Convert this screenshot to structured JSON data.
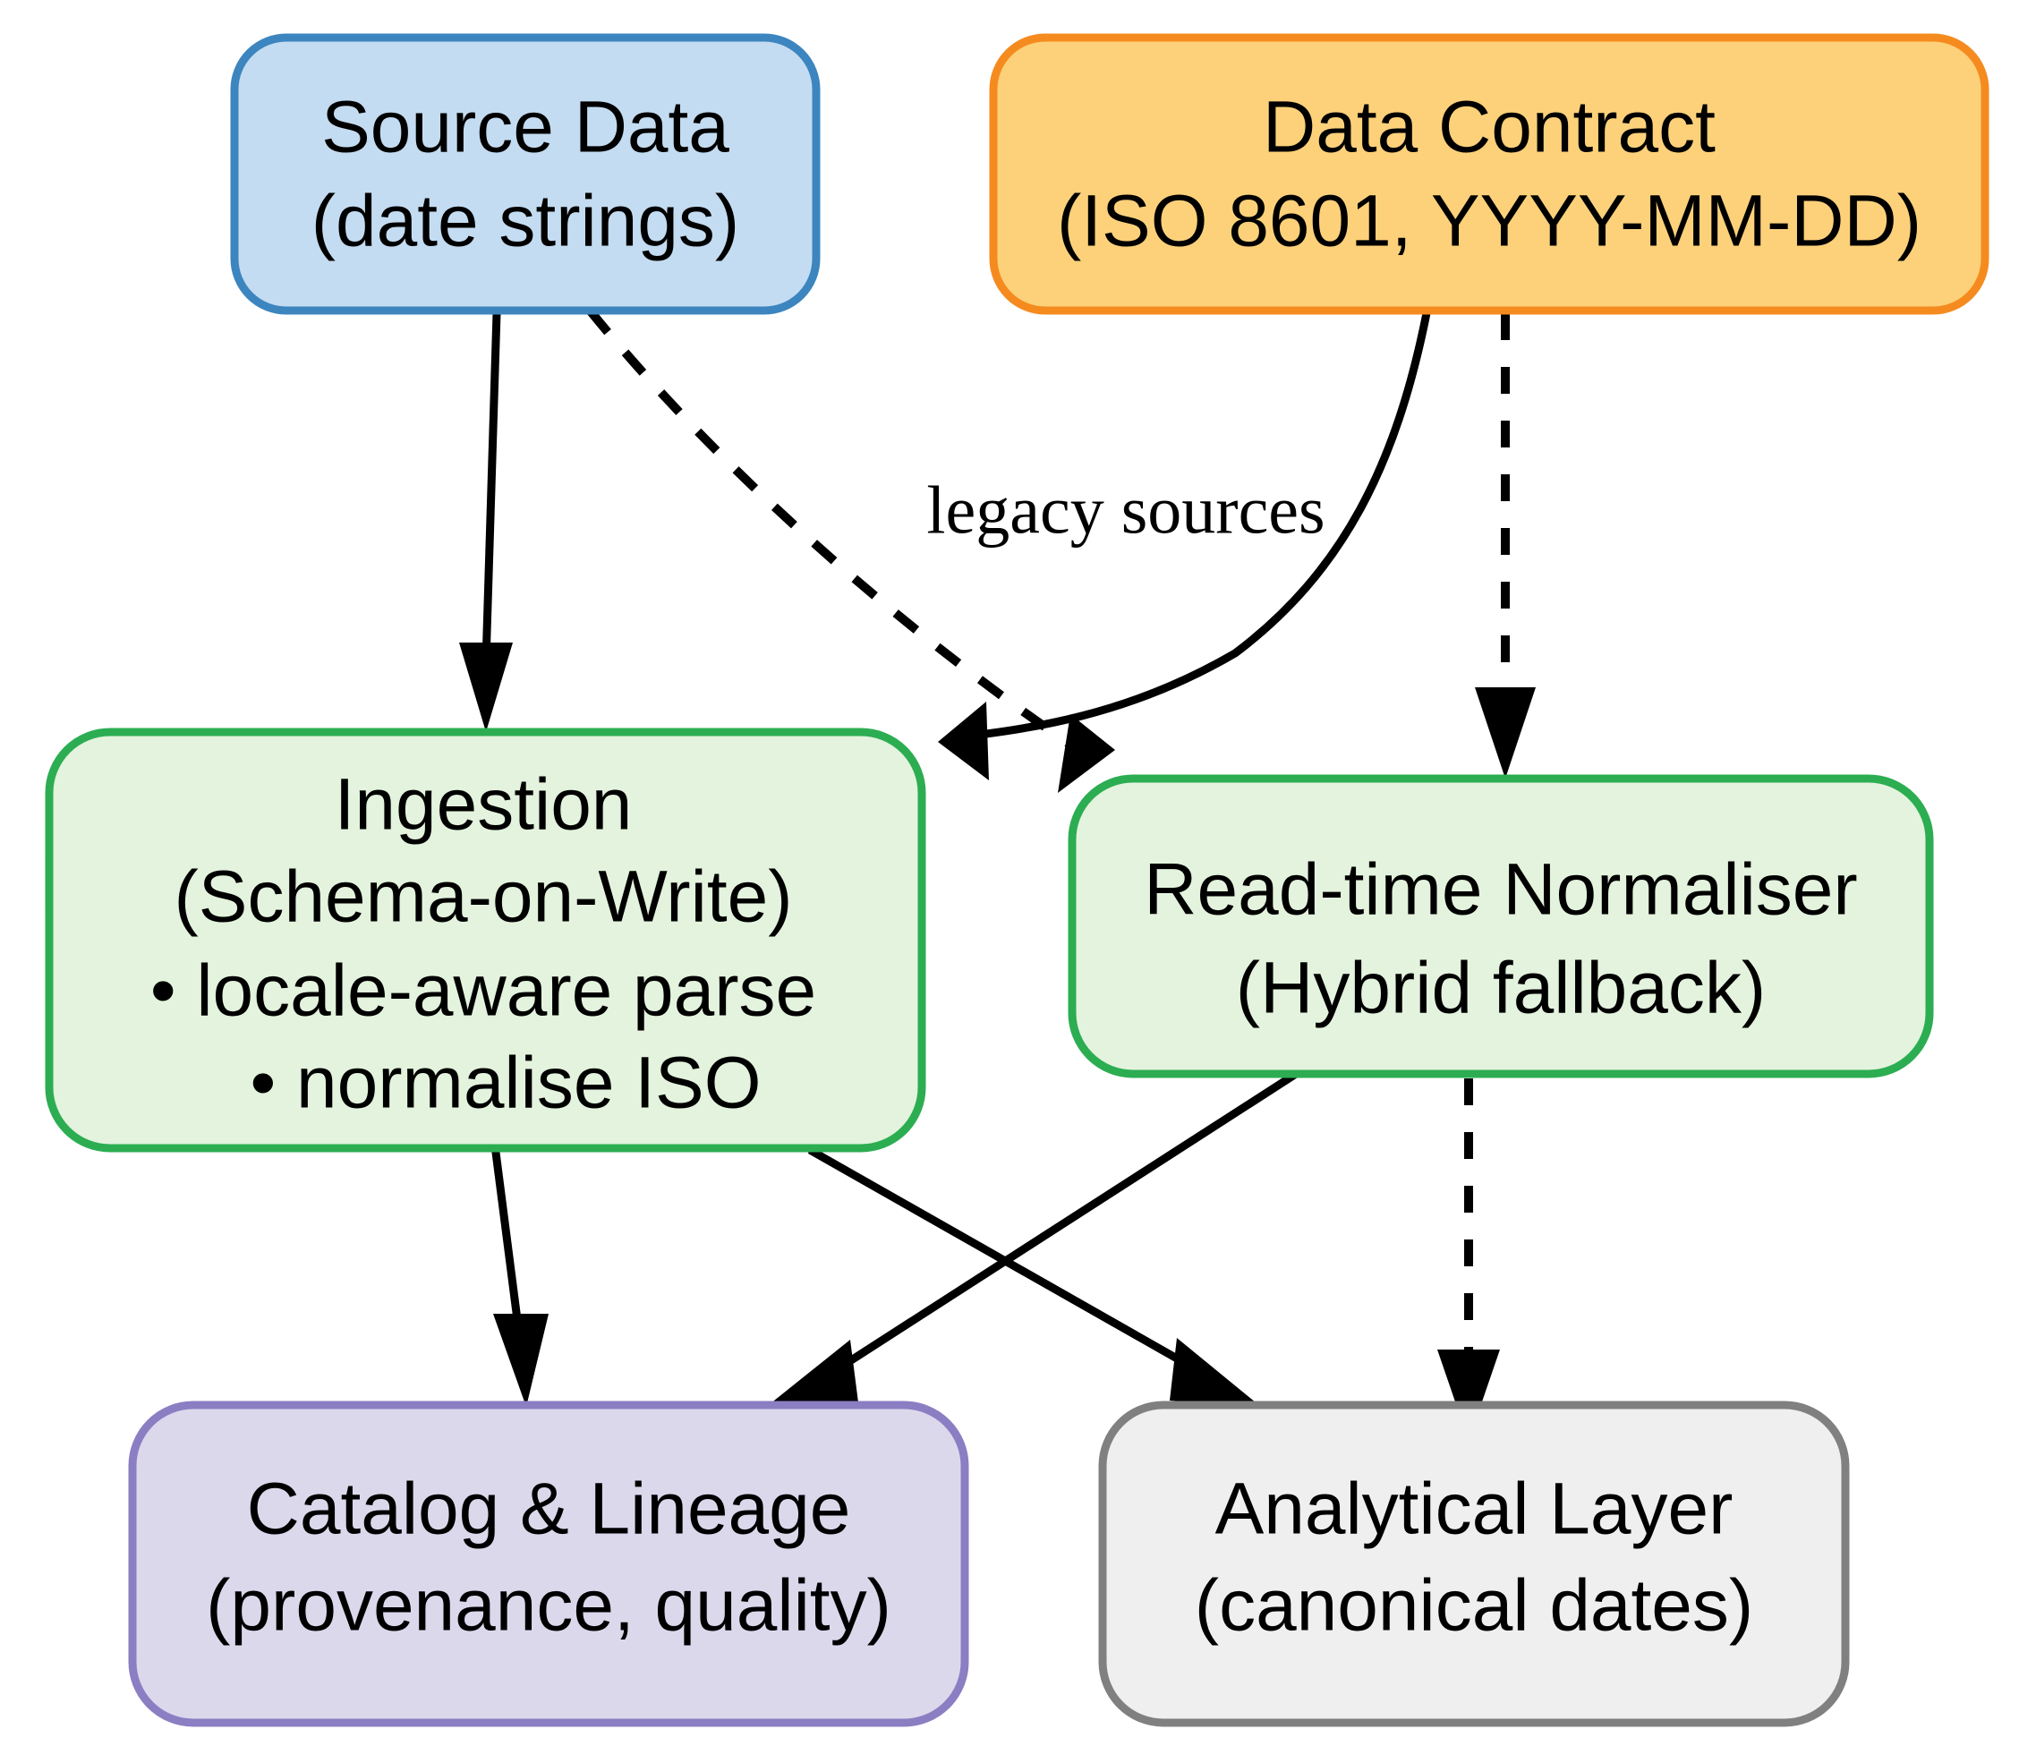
{
  "diagram": {
    "title": "Date normalisation data flow",
    "background": "#ffffff",
    "nodes": [
      {
        "id": "source-data",
        "lines": [
          "Source Data",
          "(date strings)"
        ],
        "fill": "#C4DCF1",
        "stroke": "#3C85BF"
      },
      {
        "id": "data-contract",
        "lines": [
          "Data Contract",
          "(ISO 8601, YYYY-MM-DD)"
        ],
        "fill": "#FCD17A",
        "stroke": "#F58B1F"
      },
      {
        "id": "ingestion",
        "lines": [
          "Ingestion",
          "(Schema-on-Write)",
          "• locale-aware parse",
          "• normalise ISO"
        ],
        "fill": "#E3F3DD",
        "stroke": "#2CAD52"
      },
      {
        "id": "read-time-normaliser",
        "lines": [
          "Read-time Normaliser",
          "(Hybrid fallback)"
        ],
        "fill": "#E3F3DD",
        "stroke": "#2CAD52"
      },
      {
        "id": "catalog-lineage",
        "lines": [
          "Catalog & Lineage",
          "(provenance, quality)"
        ],
        "fill": "#DCD8EC",
        "stroke": "#8B7EC2"
      },
      {
        "id": "analytical-layer",
        "lines": [
          "Analytical Layer",
          "(canonical dates)"
        ],
        "fill": "#EFEFEF",
        "stroke": "#808080"
      }
    ],
    "edges": [
      {
        "id": "source-to-ingestion",
        "from": "source-data",
        "to": "ingestion",
        "style": "solid",
        "label": ""
      },
      {
        "id": "source-to-normaliser",
        "from": "source-data",
        "to": "read-time-normaliser",
        "style": "dashed",
        "label": "legacy sources"
      },
      {
        "id": "contract-to-ingestion",
        "from": "data-contract",
        "to": "ingestion",
        "style": "solid",
        "label": ""
      },
      {
        "id": "contract-to-normaliser",
        "from": "data-contract",
        "to": "read-time-normaliser",
        "style": "dashed",
        "label": ""
      },
      {
        "id": "ingestion-to-catalog",
        "from": "ingestion",
        "to": "catalog-lineage",
        "style": "solid",
        "label": ""
      },
      {
        "id": "ingestion-to-analytical",
        "from": "ingestion",
        "to": "analytical-layer",
        "style": "solid",
        "label": ""
      },
      {
        "id": "normaliser-to-catalog",
        "from": "read-time-normaliser",
        "to": "catalog-lineage",
        "style": "solid",
        "label": ""
      },
      {
        "id": "normaliser-to-analytical",
        "from": "read-time-normaliser",
        "to": "analytical-layer",
        "style": "dashed",
        "label": ""
      }
    ],
    "edge_labels": {
      "legacy_sources": "legacy sources"
    },
    "text": {
      "source_data_line1": "Source Data",
      "source_data_line2": "(date strings)",
      "data_contract_line1": "Data Contract",
      "data_contract_line2": "(ISO 8601, YYYY-MM-DD)",
      "ingestion_line1": "Ingestion",
      "ingestion_line2": "(Schema-on-Write)",
      "ingestion_line3": "• locale-aware parse",
      "ingestion_line4": "• normalise ISO",
      "normaliser_line1": "Read-time Normaliser",
      "normaliser_line2": "(Hybrid fallback)",
      "catalog_line1": "Catalog & Lineage",
      "catalog_line2": "(provenance, quality)",
      "analytical_line1": "Analytical Layer",
      "analytical_line2": "(canonical dates)",
      "legacy_sources": "legacy sources"
    },
    "colors": {
      "source_fill": "#C4DCF1",
      "source_stroke": "#3C85BF",
      "contract_fill": "#FCD17A",
      "contract_stroke": "#F58B1F",
      "process_fill": "#E3F3DD",
      "process_stroke": "#2CAD52",
      "catalog_fill": "#DCD8EC",
      "catalog_stroke": "#8B7EC2",
      "analytical_fill": "#EFEFEF",
      "analytical_stroke": "#808080",
      "edge": "#000000"
    }
  }
}
